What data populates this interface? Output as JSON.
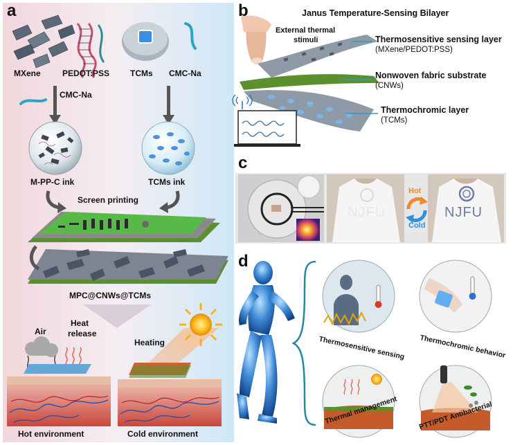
{
  "panel_a": {
    "letter": "a",
    "mxene": "MXene",
    "pedot": "PEDOT:PSS",
    "tcms": "TCMs",
    "cmcna_left": "CMC-Na",
    "cmcna_right": "CMC-Na",
    "cmcna_arrow": "CMC-Na",
    "mppc_ink": "M-PP-C ink",
    "tcms_ink": "TCMs ink",
    "screen_printing": "Screen printing",
    "product": "MPC@CNWs@TCMs",
    "air": "Air",
    "heat_release_1": "Heat",
    "heat_release_2": "release",
    "heating": "Heating",
    "hot_env": "Hot environment",
    "cold_env": "Cold environment"
  },
  "panel_b": {
    "letter": "b",
    "title": "Janus Temperature-Sensing Bilayer",
    "external_1": "External thermal",
    "external_2": "stimuli",
    "layer1_title": "Thermosensitive sensing layer",
    "layer1_sub": "(MXene/PEDOT:PSS)",
    "layer2_title": "Nonwoven fabric substrate",
    "layer2_sub": "(CNWs)",
    "layer3_title": "Thermochromic layer",
    "layer3_sub": "(TCMs)"
  },
  "panel_c": {
    "letter": "c",
    "shirt_text_1": "NJFU",
    "shirt_text_2": "NJFU",
    "hot": "Hot",
    "cold": "Cold"
  },
  "panel_d": {
    "letter": "d",
    "items": [
      {
        "label": "Thermosensitive sensing"
      },
      {
        "label": "Thermochromic behavior"
      },
      {
        "label": "Thermal management"
      },
      {
        "label": "PTT/PDT Antibacterial"
      }
    ]
  },
  "colors": {
    "bg_pink": "#f3dfe2",
    "bg_blue": "#d9ecf8",
    "fabric_green": "#5c8f2d",
    "print_green": "#57b947",
    "teal_line": "#2f9bb8",
    "sun": "#f7b21c",
    "runner_blue": "#2d6fb8",
    "tcm_blue": "#7ab8ec",
    "skin_red": "#c9473a"
  }
}
